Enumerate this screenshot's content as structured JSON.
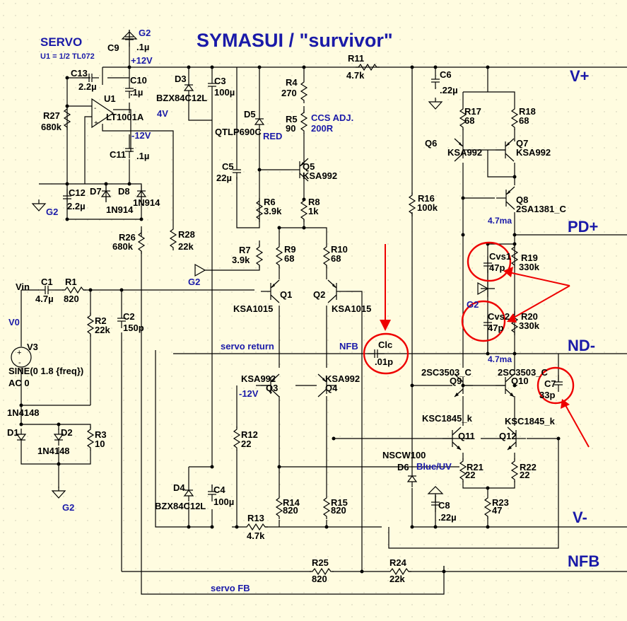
{
  "title": "SYMASUI / \"survivor\"",
  "notes": {
    "servo": "SERVO",
    "u1": "U1 = 1/2 TL072",
    "plus12": "+12V",
    "minus12a": "-12V",
    "minus12b": "-12V",
    "v4": "4V",
    "ma1": "4.7ma",
    "ma2": "4.7ma",
    "ccs1": "CCS ADJ.",
    "ccs2": "200R",
    "red": "RED",
    "blueuv": "Blue/UV",
    "servo_return": "servo return",
    "servo_fb": "servo FB",
    "nfb_small": "NFB",
    "vin": "Vin",
    "v0": "V0",
    "sine": "SINE(0 1.8 {freq})",
    "ac": "AC 0"
  },
  "rails": {
    "vplus": "V+",
    "pdplus": "PD+",
    "ndminus": "ND-",
    "vminus": "V-",
    "nfb": "NFB"
  },
  "grounds": {
    "g1": "G2",
    "g2": "G2",
    "g3": "G2",
    "g4": "G2",
    "g5": "G2"
  },
  "components": {
    "C9": [
      "C9",
      ".1µ"
    ],
    "C13": [
      "C13",
      "2.2µ"
    ],
    "U1": [
      "U1",
      "LT1001A"
    ],
    "C10": [
      "C10",
      ".1µ"
    ],
    "D3": [
      "D3",
      "BZX84C12L"
    ],
    "C3": [
      "C3",
      "100µ"
    ],
    "R4": [
      "R4",
      "270"
    ],
    "R5": [
      "R5",
      "90"
    ],
    "D5": [
      "D5",
      "QTLP690C"
    ],
    "R11": [
      "R11",
      "4.7k"
    ],
    "C6": [
      "C6",
      ".22µ"
    ],
    "R27": [
      "R27",
      "680k"
    ],
    "R17": [
      "R17",
      "68"
    ],
    "R18": [
      "R18",
      "68"
    ],
    "Q6": [
      "Q6",
      "KSA992"
    ],
    "Q7": [
      "Q7",
      "KSA992"
    ],
    "C11": [
      "C11",
      ".1µ"
    ],
    "C5": [
      "C5",
      "22µ"
    ],
    "Q5": [
      "Q5",
      "KSA992"
    ],
    "C12": [
      "C12",
      "2.2µ"
    ],
    "D7": [
      "D7",
      "1N914"
    ],
    "D8": [
      "D8",
      "1N914"
    ],
    "R6": [
      "R6",
      "3.9k"
    ],
    "R8": [
      "R8",
      "1k"
    ],
    "R16": [
      "R16",
      "100k"
    ],
    "Q8": [
      "Q8",
      "2SA1381_C"
    ],
    "R26": [
      "R26",
      "680k"
    ],
    "R28": [
      "R28",
      "22k"
    ],
    "R7": [
      "R7",
      "3.9k"
    ],
    "R9": [
      "R9",
      "68"
    ],
    "R10": [
      "R10",
      "68"
    ],
    "Cvs1": [
      "Cvs1",
      "47p"
    ],
    "R19": [
      "R19",
      "330k"
    ],
    "C1": [
      "C1",
      "4.7µ"
    ],
    "R1": [
      "R1",
      "820"
    ],
    "Q1": [
      "Q1",
      "KSA1015"
    ],
    "Q2": [
      "Q2",
      "KSA1015"
    ],
    "Cvs2": [
      "Cvs2",
      "47p"
    ],
    "R20": [
      "R20",
      "330k"
    ],
    "R2": [
      "R2",
      "22k"
    ],
    "C2": [
      "C2",
      "150p"
    ],
    "V3": [
      "V3",
      ""
    ],
    "Clc": [
      "Clc",
      ".01p"
    ],
    "Q3": [
      "Q3",
      "KSA992"
    ],
    "Q4": [
      "Q4",
      "KSA992"
    ],
    "Q9": [
      "Q9",
      "2SC3503_C"
    ],
    "Q10": [
      "Q10",
      "2SC3503_C"
    ],
    "C7": [
      "C7",
      "33p"
    ],
    "D1": [
      "D1",
      "1N4148"
    ],
    "D2": [
      "D2",
      "1N4148"
    ],
    "R3": [
      "R3",
      "10"
    ],
    "R12": [
      "R12",
      "22"
    ],
    "Q11": [
      "Q11",
      "KSC1845_k"
    ],
    "Q12": [
      "Q12",
      "KSC1845_k"
    ],
    "D6": [
      "D6",
      "NSCW100"
    ],
    "R21": [
      "R21",
      "22"
    ],
    "R22": [
      "R22",
      "22"
    ],
    "D4": [
      "D4",
      "BZX84C12L"
    ],
    "C4": [
      "C4",
      "100µ"
    ],
    "R14": [
      "R14",
      "820"
    ],
    "R15": [
      "R15",
      "820"
    ],
    "C8": [
      "C8",
      ".22µ"
    ],
    "R23": [
      "R23",
      "47"
    ],
    "R13": [
      "R13",
      "4.7k"
    ],
    "R25": [
      "R25",
      "820"
    ],
    "R24": [
      "R24",
      "22k"
    ]
  },
  "colors": {
    "background": "#fffce0",
    "wire": "#000000",
    "label_blue": "#1a1aa8",
    "highlight": "#e00000"
  }
}
